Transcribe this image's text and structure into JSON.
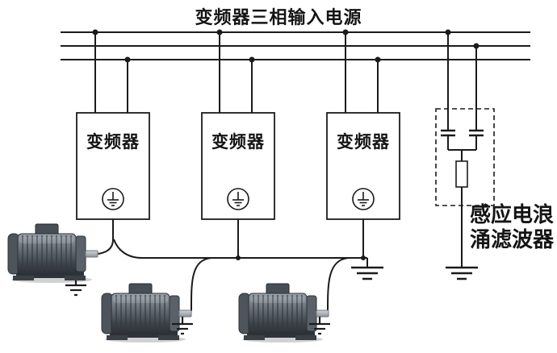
{
  "title": "变频器三相输入电源",
  "inverters": [
    {
      "label": "变频器"
    },
    {
      "label": "变频器"
    },
    {
      "label": "变频器"
    }
  ],
  "filter": {
    "label_line1": "感应电浪",
    "label_line2": "涌滤波器"
  },
  "colors": {
    "line": "#1b1b1b",
    "background": "#ffffff",
    "motor_body_dark": "#3c4349",
    "motor_body_light": "#9aa2aa",
    "motor_shaft": "#8b9298"
  }
}
